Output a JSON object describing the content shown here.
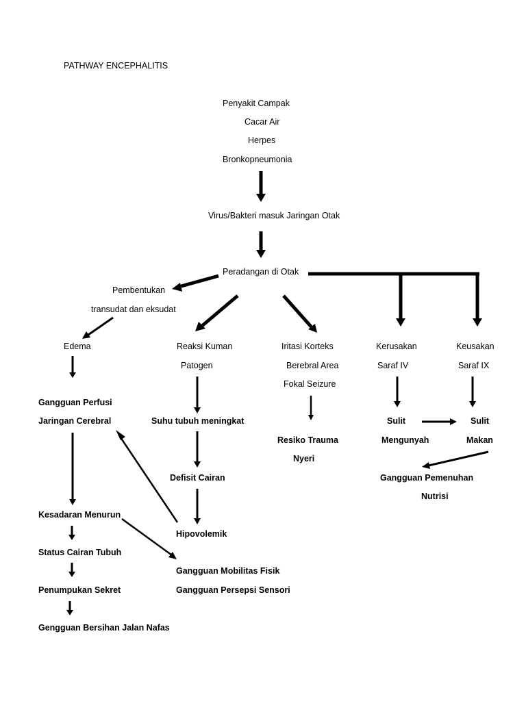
{
  "title": "PATHWAY ENCEPHALITIS",
  "causes": [
    "Penyakit Campak",
    "Cacar Air",
    "Herpes",
    "Bronkopneumonia"
  ],
  "virus": "Virus/Bakteri masuk Jaringan Otak",
  "inflammation": "Peradangan  di Otak",
  "exudate": [
    "Pembentukan",
    "transudat dan eksudat"
  ],
  "edema": "Edema",
  "perfusion": [
    "Gangguan Perfusi",
    "Jaringan Cerebral"
  ],
  "consciousness": "Kesadaran Menurun",
  "fluid_status": "Status Cairan Tubuh",
  "secretion": "Penumpukan Sekret",
  "airway": "Gengguan Bersihan Jalan Nafas",
  "pathogen": [
    "Reaksi Kuman",
    "Patogen"
  ],
  "temperature": "Suhu tubuh meningkat",
  "fluid_deficit": "Defisit Cairan",
  "hypovolemic": "Hipovolemik",
  "mobility": "Gangguan Mobilitas Fisik",
  "perception": "Gangguan Persepsi Sensori",
  "cortex": [
    "Iritasi Korteks",
    "Berebral Area",
    "Fokal Seizure"
  ],
  "trauma": [
    "Resiko Trauma",
    "Nyeri"
  ],
  "nerve4": [
    "Kerusakan",
    "Saraf IV"
  ],
  "nerve9": [
    "Keusakan",
    "Saraf IX"
  ],
  "chew": [
    "Sulit",
    "Mengunyah"
  ],
  "eat": [
    "Sulit",
    "Makan"
  ],
  "nutrition": [
    "Gangguan Pemenuhan",
    "Nutrisi"
  ]
}
